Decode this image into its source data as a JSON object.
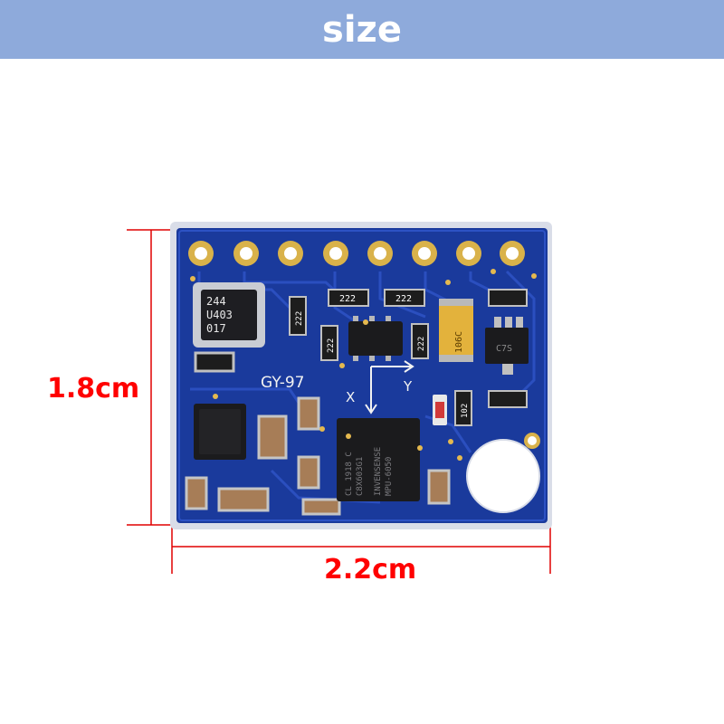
{
  "header": {
    "title": "size",
    "color": "#8eaadb"
  },
  "dimensions": {
    "height": "1.8cm",
    "width": "2.2cm",
    "color": "#ff0000"
  },
  "board": {
    "name": "GY-97",
    "axis_x": "X",
    "axis_y": "Y",
    "pin_count": 8,
    "pcb_color": "#1a3a9c",
    "pressure_sensor": [
      "244",
      "U403",
      "017"
    ],
    "main_chip": [
      "INVENSENSE",
      "MPU-6050",
      "C8X603G1",
      "CL 1918 C"
    ],
    "resistor_codes": [
      "222",
      "222",
      "222",
      "222",
      "222",
      "102"
    ],
    "tantalum_cap": "106C",
    "regulator": "C7S"
  }
}
